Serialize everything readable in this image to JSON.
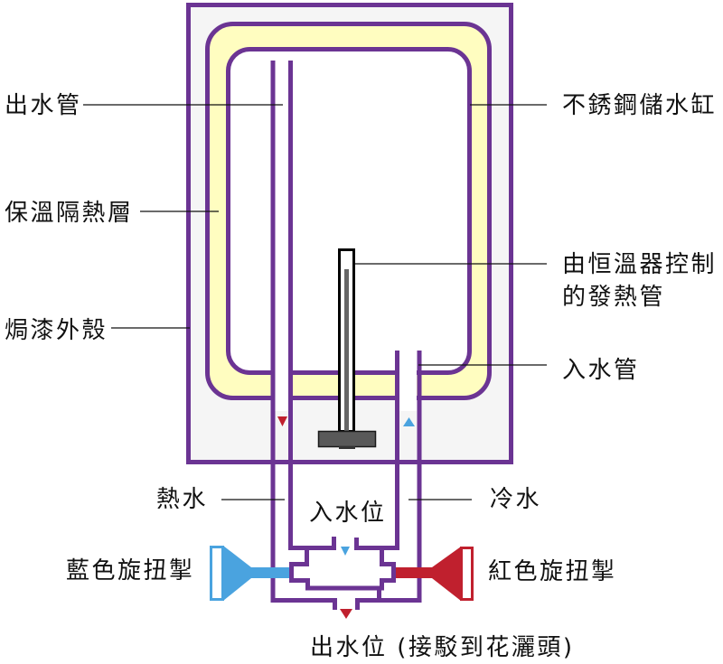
{
  "labels": {
    "outlet_pipe": "出水管",
    "insulation_layer": "保溫隔熱層",
    "outer_casing": "焗漆外殼",
    "storage_tank": "不銹鋼儲水缸",
    "heating_element_line1": "由恒溫器控制",
    "heating_element_line2": "的發熱管",
    "inlet_pipe": "入水管",
    "hot_water": "熱水",
    "cold_water": "冷水",
    "water_inlet_position": "入水位",
    "blue_knob": "藍色旋扭掣",
    "red_knob": "紅色旋扭掣",
    "water_outlet_position": "出水位 (接駁到花灑頭)"
  },
  "colors": {
    "outline": "#6b3493",
    "casing_fill": "#f5f5f5",
    "insulation": "#fffdc0",
    "hot": "#c0202e",
    "cold": "#4aa3df",
    "heating_core": "#666666",
    "heating_base": "#595959",
    "label_text": "#111111",
    "leader_line": "#111111"
  }
}
